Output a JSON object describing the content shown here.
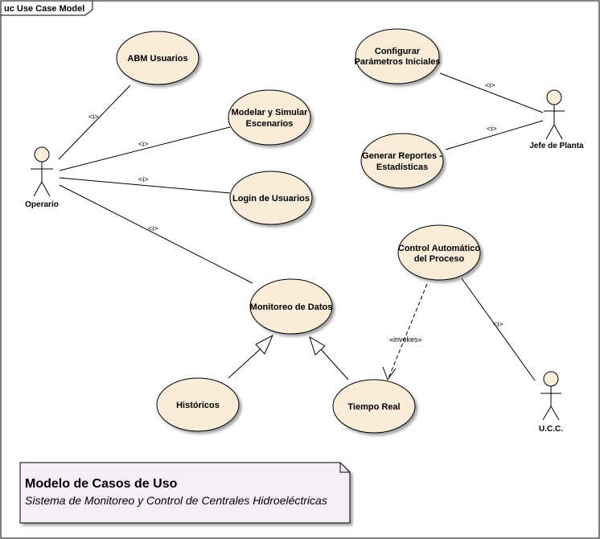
{
  "frame": {
    "title": "uc Use Case Model"
  },
  "use_cases": {
    "abm_usuarios": [
      "ABM Usuarios"
    ],
    "modelar_simular": [
      "Modelar y Simular",
      "Escenarios"
    ],
    "login_usuarios": [
      "Login de Usuarios"
    ],
    "monitoreo_datos": [
      "Monitoreo de Datos"
    ],
    "historicos": [
      "Históricos"
    ],
    "tiempo_real": [
      "Tiempo Real"
    ],
    "configurar_parametros": [
      "Configurar",
      "Parámetros Iniciales"
    ],
    "generar_reportes": [
      "Generar Reportes -",
      "Estadísticas"
    ],
    "control_automatico": [
      "Control Automático",
      "del Proceso"
    ]
  },
  "actors": {
    "operario": "Operario",
    "jefe_planta": "Jefe de Planta",
    "ucc": "U.C.C."
  },
  "relations": {
    "association_label": "<i>",
    "invokes_label": "«invokes»"
  },
  "note": {
    "title": "Modelo de Casos de Uso",
    "subtitle": "Sistema de Monitoreo y Control de Centrales Hidroeléctricas"
  },
  "colors": {
    "use_case_fill": "#f9ecd8",
    "note_fill": "#f6eef7",
    "stroke": "#000000"
  }
}
